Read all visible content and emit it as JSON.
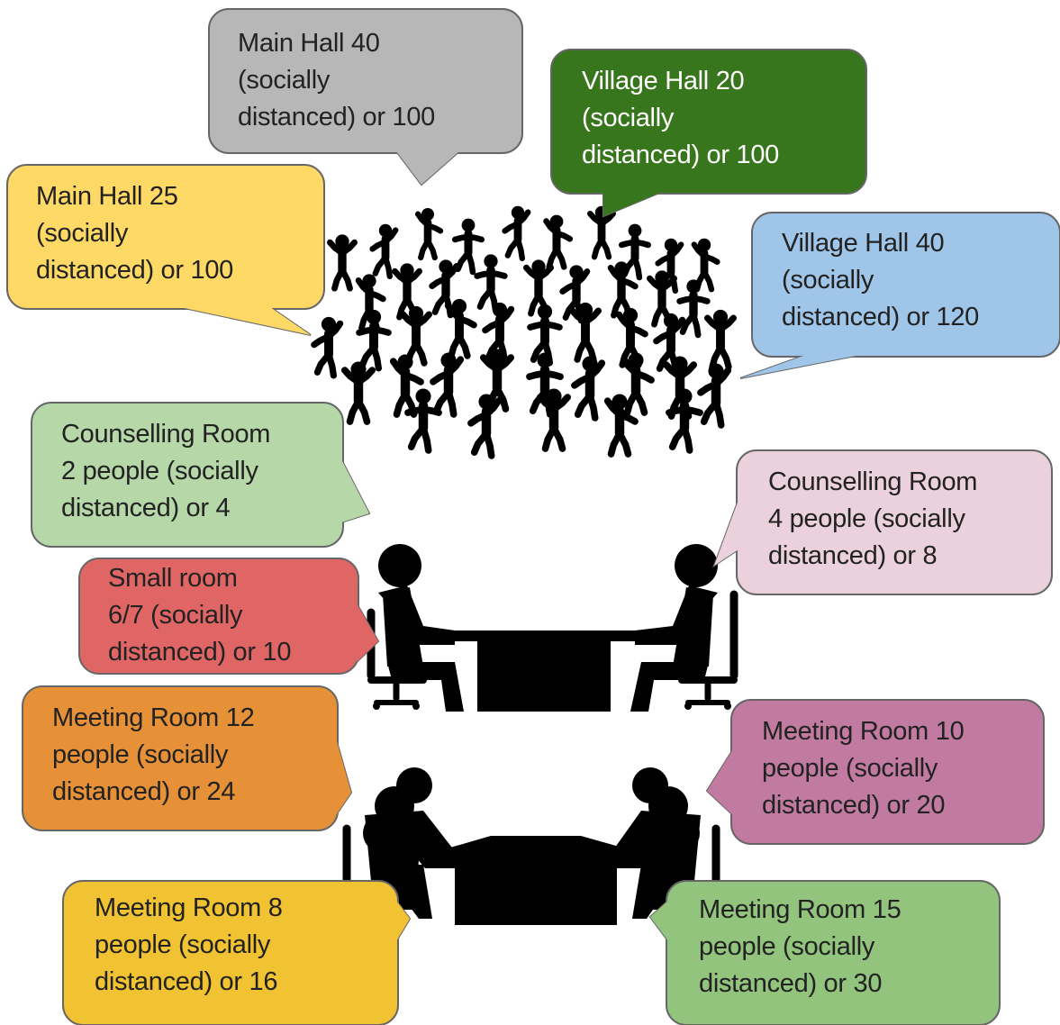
{
  "callouts": [
    {
      "id": "main-hall-40",
      "lines": [
        "Main Hall 40",
        "(socially",
        "distanced) or 100"
      ],
      "fill": "#b7b7b7",
      "text_color": "#222222"
    },
    {
      "id": "village-hall-20",
      "lines": [
        "Village Hall 20",
        "(socially",
        "distanced) or 100"
      ],
      "fill": "#38761d",
      "text_color": "#ffffff"
    },
    {
      "id": "main-hall-25",
      "lines": [
        "Main Hall 25",
        "(socially",
        "distanced) or 100"
      ],
      "fill": "#ffd966",
      "text_color": "#222222"
    },
    {
      "id": "village-hall-40",
      "lines": [
        "Village Hall 40",
        "(socially",
        "distanced) or 120"
      ],
      "fill": "#9fc5e8",
      "text_color": "#222222"
    },
    {
      "id": "counselling-room-2",
      "lines": [
        "Counselling Room",
        "2 people (socially",
        "distanced) or 4"
      ],
      "fill": "#b6d7a8",
      "text_color": "#222222"
    },
    {
      "id": "counselling-room-4",
      "lines": [
        "Counselling Room",
        "4 people (socially",
        "distanced) or 8"
      ],
      "fill": "#ead1dc",
      "text_color": "#222222"
    },
    {
      "id": "small-room",
      "lines": [
        "Small room",
        "6/7 (socially",
        "distanced) or 10"
      ],
      "fill": "#e06666",
      "text_color": "#222222"
    },
    {
      "id": "meeting-room-12",
      "lines": [
        "Meeting Room 12",
        "people (socially",
        "distanced) or 24"
      ],
      "fill": "#e69138",
      "text_color": "#222222"
    },
    {
      "id": "meeting-room-10",
      "lines": [
        "Meeting Room 10",
        "people (socially",
        "distanced) or 20"
      ],
      "fill": "#c27ba0",
      "text_color": "#222222"
    },
    {
      "id": "meeting-room-8",
      "lines": [
        "Meeting Room 8",
        "people (socially",
        "distanced) or 16"
      ],
      "fill": "#f1c232",
      "text_color": "#222222"
    },
    {
      "id": "meeting-room-15",
      "lines": [
        "Meeting Room 15",
        "people (socially",
        "distanced) or 30"
      ],
      "fill": "#93c47d",
      "text_color": "#222222"
    }
  ],
  "colors": {
    "outline": "#666666",
    "figure": "#000000",
    "background": "#ffffff"
  },
  "icons": [
    "crowd-icon",
    "two-person-meeting-icon",
    "group-meeting-icon"
  ]
}
